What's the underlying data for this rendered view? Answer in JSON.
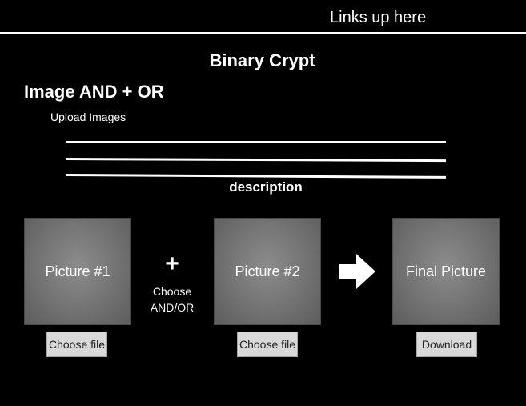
{
  "header": {
    "links_text": "Links up here"
  },
  "site": {
    "title": "Binary Crypt"
  },
  "page": {
    "heading": "Image AND + OR",
    "upload_label": "Upload Images",
    "description_label": "description"
  },
  "pictures": [
    {
      "label": "Picture #1",
      "button_label": "Choose file"
    },
    {
      "label": "Picture #2",
      "button_label": "Choose file"
    },
    {
      "label": "Final Picture",
      "button_label": "Download"
    }
  ],
  "operation": {
    "symbol": "+",
    "label_line1": "Choose",
    "label_line2": "AND/OR"
  },
  "icons": {
    "arrow": "right-arrow-icon",
    "plus": "plus-icon"
  },
  "colors": {
    "background": "#000000",
    "text": "#ffffff",
    "picture_placeholder": "#777777",
    "button_bg": "#d9d9d9"
  }
}
